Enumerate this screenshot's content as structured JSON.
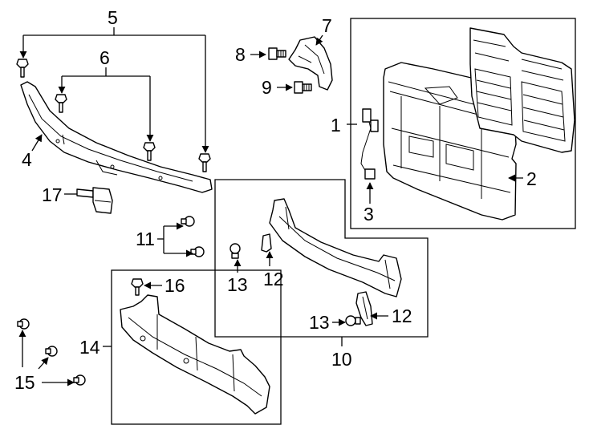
{
  "callouts": {
    "c1": "1",
    "c2": "2",
    "c3": "3",
    "c4": "4",
    "c5": "5",
    "c6": "6",
    "c7": "7",
    "c8": "8",
    "c9": "9",
    "c10": "10",
    "c11": "11",
    "c12a": "12",
    "c12b": "12",
    "c13a": "13",
    "c13b": "13",
    "c14": "14",
    "c15": "15",
    "c16": "16",
    "c17": "17"
  }
}
